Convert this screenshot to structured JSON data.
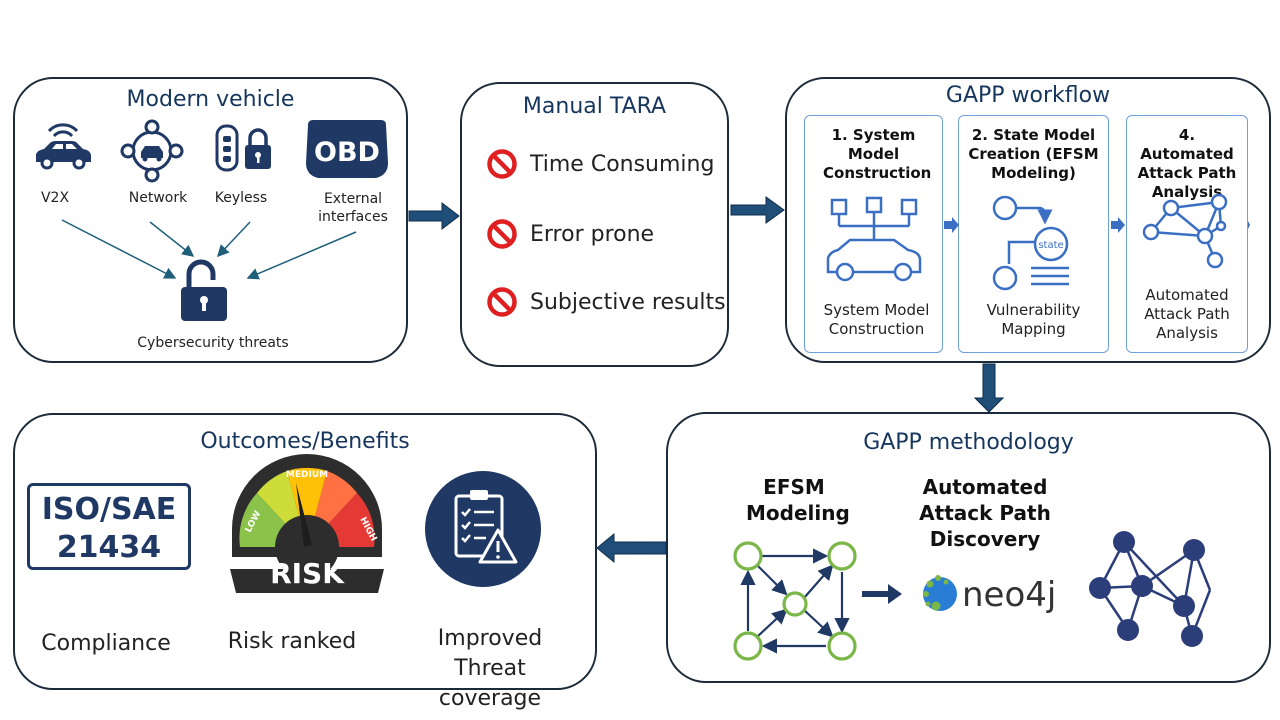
{
  "panels": {
    "modern_vehicle": {
      "title": "Modern vehicle",
      "items": [
        "V2X",
        "Network",
        "Keyless",
        "External interfaces"
      ],
      "obd_text": "OBD",
      "threat_label": "Cybersecurity threats"
    },
    "manual_tara": {
      "title": "Manual TARA",
      "items": [
        "Time Consuming",
        "Error prone",
        "Subjective results"
      ]
    },
    "gapp_workflow": {
      "title": "GAPP workflow",
      "stages": [
        {
          "title": "1. System Model Construction",
          "caption": "System Model Construction"
        },
        {
          "title": "2. State Model Creation (EFSM Modeling)",
          "caption": "Vulnerability Mapping",
          "state_text": "state"
        },
        {
          "title": "4. Automated Attack Path Analysis",
          "caption": "Automated Attack Path Analysis"
        }
      ]
    },
    "gapp_methodology": {
      "title": "GAPP methodology",
      "efsm_label": "EFSM Modeling",
      "discovery_label": "Automated Attack Path Discovery",
      "neo4j_text": "neo4j"
    },
    "outcomes": {
      "title": "Outcomes/Benefits",
      "iso_line1": "ISO/SAE",
      "iso_line2": "21434",
      "gauge_text": "RISK",
      "gauge_levels": [
        "LOW",
        "MEDIUM",
        "HIGH"
      ],
      "items": [
        "Compliance",
        "Risk ranked",
        "Improved Threat coverage"
      ]
    }
  },
  "colors": {
    "title_blue": "#17365d",
    "arrow_blue": "#1f4e79",
    "icon_navy": "#1f3864",
    "green_node": "#7ab648",
    "stage_border": "#6f9fd8",
    "icon_blue": "#3a6fc4"
  }
}
